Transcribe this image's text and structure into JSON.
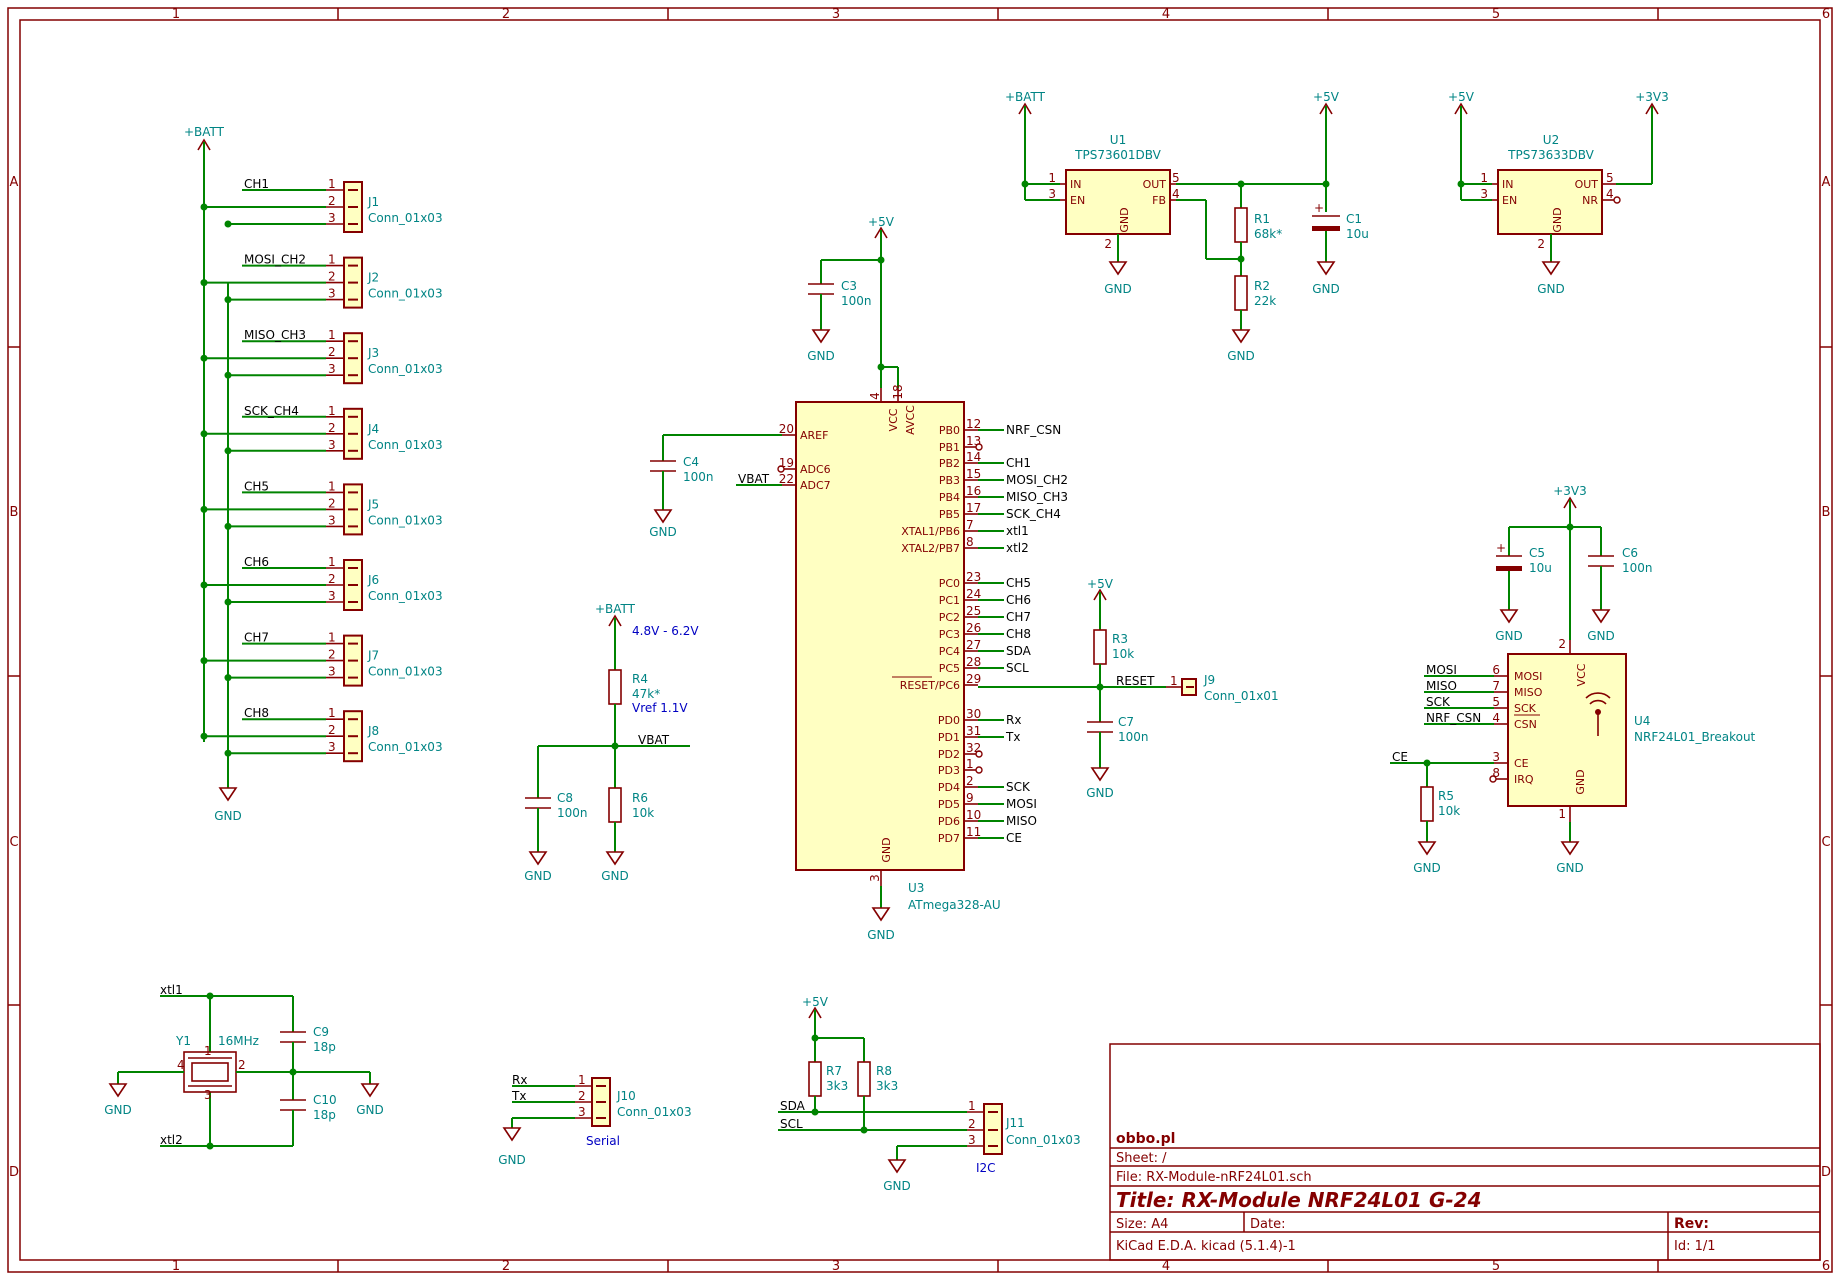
{
  "frame": {
    "cols": [
      "1",
      "2",
      "3",
      "4",
      "5",
      "6"
    ],
    "rows": [
      "A",
      "B",
      "C",
      "D"
    ]
  },
  "power": {
    "batt": "+BATT",
    "v5": "+5V",
    "v33": "+3V3",
    "gnd": "GND"
  },
  "connectors": [
    {
      "ref": "J1",
      "value": "Conn_01x03",
      "net": "CH1"
    },
    {
      "ref": "J2",
      "value": "Conn_01x03",
      "net": "MOSI_CH2"
    },
    {
      "ref": "J3",
      "value": "Conn_01x03",
      "net": "MISO_CH3"
    },
    {
      "ref": "J4",
      "value": "Conn_01x03",
      "net": "SCK_CH4"
    },
    {
      "ref": "J5",
      "value": "Conn_01x03",
      "net": "CH5"
    },
    {
      "ref": "J6",
      "value": "Conn_01x03",
      "net": "CH6"
    },
    {
      "ref": "J7",
      "value": "Conn_01x03",
      "net": "CH7"
    },
    {
      "ref": "J8",
      "value": "Conn_01x03",
      "net": "CH8"
    }
  ],
  "pin_numbers": [
    "1",
    "2",
    "3"
  ],
  "u1": {
    "ref": "U1",
    "value": "TPS73601DBV",
    "pins": {
      "in": "IN",
      "en": "EN",
      "out": "OUT",
      "fb": "FB",
      "gnd": "GND"
    },
    "nums": {
      "in": "1",
      "en": "3",
      "out": "5",
      "fb": "4",
      "gnd": "2"
    }
  },
  "u2": {
    "ref": "U2",
    "value": "TPS73633DBV",
    "pins": {
      "in": "IN",
      "en": "EN",
      "out": "OUT",
      "nr": "NR",
      "gnd": "GND"
    },
    "nums": {
      "in": "1",
      "en": "3",
      "out": "5",
      "nr": "4",
      "gnd": "2"
    }
  },
  "r1": {
    "ref": "R1",
    "value": "68k*"
  },
  "r2": {
    "ref": "R2",
    "value": "22k"
  },
  "c1": {
    "ref": "C1",
    "value": "10u"
  },
  "c3": {
    "ref": "C3",
    "value": "100n"
  },
  "c4": {
    "ref": "C4",
    "value": "100n"
  },
  "u3": {
    "ref": "U3",
    "value": "ATmega328-AU",
    "vcc": "VCC",
    "avcc": "AVCC",
    "vcc_num": "4",
    "avcc_num": "18",
    "gnd": "GND",
    "gnd_num": "3",
    "left": [
      {
        "name": "AREF",
        "num": "20",
        "net": ""
      },
      {
        "name": "ADC6",
        "num": "19",
        "net": ""
      },
      {
        "name": "ADC7",
        "num": "22",
        "net": "VBAT"
      }
    ],
    "right": [
      {
        "name": "PB0",
        "num": "12",
        "net": "NRF_CSN"
      },
      {
        "name": "PB1",
        "num": "13",
        "net": ""
      },
      {
        "name": "PB2",
        "num": "14",
        "net": "CH1"
      },
      {
        "name": "PB3",
        "num": "15",
        "net": "MOSI_CH2"
      },
      {
        "name": "PB4",
        "num": "16",
        "net": "MISO_CH3"
      },
      {
        "name": "PB5",
        "num": "17",
        "net": "SCK_CH4"
      },
      {
        "name": "XTAL1/PB6",
        "num": "7",
        "net": "xtl1"
      },
      {
        "name": "XTAL2/PB7",
        "num": "8",
        "net": "xtl2"
      },
      {
        "name": "PC0",
        "num": "23",
        "net": "CH5"
      },
      {
        "name": "PC1",
        "num": "24",
        "net": "CH6"
      },
      {
        "name": "PC2",
        "num": "25",
        "net": "CH7"
      },
      {
        "name": "PC3",
        "num": "26",
        "net": "CH8"
      },
      {
        "name": "PC4",
        "num": "27",
        "net": "SDA"
      },
      {
        "name": "PC5",
        "num": "28",
        "net": "SCL"
      },
      {
        "name": "RESET/PC6",
        "num": "29",
        "net": "RESET"
      },
      {
        "name": "PD0",
        "num": "30",
        "net": "Rx"
      },
      {
        "name": "PD1",
        "num": "31",
        "net": "Tx"
      },
      {
        "name": "PD2",
        "num": "32",
        "net": ""
      },
      {
        "name": "PD3",
        "num": "1",
        "net": ""
      },
      {
        "name": "PD4",
        "num": "2",
        "net": "SCK"
      },
      {
        "name": "PD5",
        "num": "9",
        "net": "MOSI"
      },
      {
        "name": "PD6",
        "num": "10",
        "net": "MISO"
      },
      {
        "name": "PD7",
        "num": "11",
        "net": "CE"
      }
    ]
  },
  "r3": {
    "ref": "R3",
    "value": "10k"
  },
  "c7": {
    "ref": "C7",
    "value": "100n"
  },
  "j9": {
    "ref": "J9",
    "value": "Conn_01x01",
    "pin": "1"
  },
  "vbat_block": {
    "note_range": "4.8V - 6.2V",
    "note_vref": "Vref 1.1V",
    "net": "VBAT",
    "r4": {
      "ref": "R4",
      "value": "47k*"
    },
    "r6": {
      "ref": "R6",
      "value": "10k"
    },
    "c8": {
      "ref": "C8",
      "value": "100n"
    }
  },
  "c5": {
    "ref": "C5",
    "value": "10u"
  },
  "c6": {
    "ref": "C6",
    "value": "100n"
  },
  "u4": {
    "ref": "U4",
    "value": "NRF24L01_Breakout",
    "vcc": "VCC",
    "vcc_num": "2",
    "gnd": "GND",
    "gnd_num": "1",
    "pins": [
      {
        "name": "MOSI",
        "num": "6",
        "net": "MOSI"
      },
      {
        "name": "MISO",
        "num": "7",
        "net": "MISO"
      },
      {
        "name": "SCK",
        "num": "5",
        "net": "SCK"
      },
      {
        "name": "CSN",
        "num": "4",
        "net": "NRF_CSN"
      },
      {
        "name": "CE",
        "num": "3",
        "net": "CE"
      },
      {
        "name": "IRQ",
        "num": "8",
        "net": ""
      }
    ]
  },
  "r5": {
    "ref": "R5",
    "value": "10k"
  },
  "crystal": {
    "ref": "Y1",
    "value": "16MHz",
    "net1": "xtl1",
    "net2": "xtl2",
    "pins": [
      "1",
      "2",
      "3",
      "4"
    ],
    "c9": {
      "ref": "C9",
      "value": "18p"
    },
    "c10": {
      "ref": "C10",
      "value": "18p"
    }
  },
  "j10": {
    "ref": "J10",
    "value": "Conn_01x03",
    "note": "Serial",
    "nets": [
      "Rx",
      "Tx"
    ]
  },
  "j11": {
    "ref": "J11",
    "value": "Conn_01x03",
    "note": "I2C",
    "nets": [
      "SDA",
      "SCL"
    ]
  },
  "r7": {
    "ref": "R7",
    "value": "3k3"
  },
  "r8": {
    "ref": "R8",
    "value": "3k3"
  },
  "title_block": {
    "company": "obbo.pl",
    "sheet": "Sheet: /",
    "file": "File: RX-Module-nRF24L01.sch",
    "title": "Title: RX-Module NRF24L01 G-24",
    "size": "Size: A4",
    "date": "Date:",
    "rev": "Rev:",
    "tool": "KiCad E.D.A.  kicad (5.1.4)-1",
    "id": "Id: 1/1"
  },
  "colors": {
    "wire": "#008400",
    "component": "#840000",
    "body_fill": "#ffffc2",
    "reference": "#008484",
    "note": "#0000c2"
  }
}
